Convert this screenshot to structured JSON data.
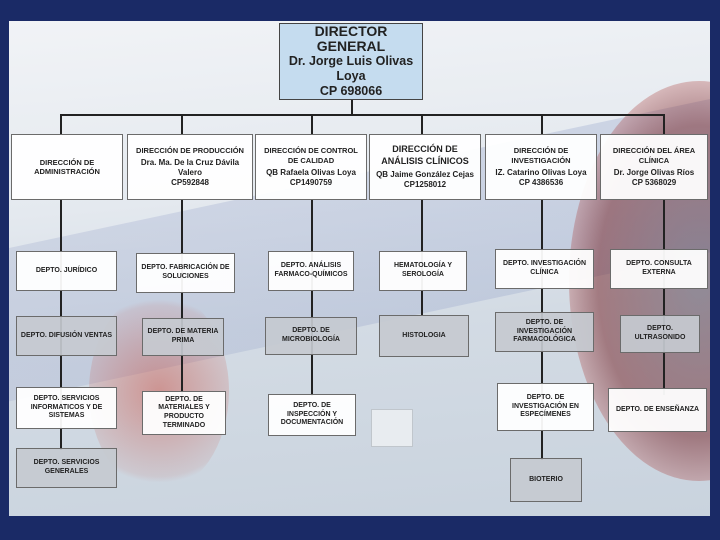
{
  "director": {
    "title": "DIRECTOR GENERAL",
    "name": "Dr. Jorge Luis Olivas Loya",
    "cp": "CP 698066"
  },
  "directions": [
    {
      "title": "DIRECCIÓN DE ADMINISTRACIÓN",
      "name": "",
      "cp": ""
    },
    {
      "title": "DIRECCIÓN DE PRODUCCIÓN",
      "name": "Dra. Ma. De la Cruz Dávila Valero",
      "cp": "CP592848"
    },
    {
      "title": "DIRECCIÓN DE CONTROL DE CALIDAD",
      "name": "QB Rafaela Olivas Loya",
      "cp": "CP1490759"
    },
    {
      "title": "DIRECCIÓN DE ANÁLISIS CLÍNICOS",
      "name": "QB Jaime González Cejas",
      "cp": "CP1258012"
    },
    {
      "title": "DIRECCIÓN DE INVESTIGACIÓN",
      "name": "IZ. Catarino Olivas Loya",
      "cp": "CP 4386536"
    },
    {
      "title": "DIRECCIÓN DEL ÁREA CLÍNICA",
      "name": "Dr. Jorge Olivas Ríos",
      "cp": "CP 5368029"
    }
  ],
  "departments": {
    "admin": [
      "DEPTO. JURÍDICO",
      "DEPTO. DIFUSIÓN VENTAS",
      "DEPTO. SERVICIOS INFORMATICOS Y DE SISTEMAS",
      "DEPTO. SERVICIOS GENERALES"
    ],
    "produccion": [
      "DEPTO. FABRICACIÓN DE SOLUCIONES",
      "DEPTO. DE MATERIA PRIMA",
      "DEPTO. DE MATERIALES Y PRODUCTO TERMINADO"
    ],
    "calidad": [
      "DEPTO. ANÁLISIS FARMACO-QUÍMICOS",
      "DEPTO. DE MICROBIOLOGÍA",
      "DEPTO. DE INSPECCIÓN Y DOCUMENTACIÓN"
    ],
    "analisis": [
      "HEMATOLOGÍA Y SEROLOGÍA",
      "HISTOLOGIA"
    ],
    "investigacion": [
      "DEPTO. INVESTIGACIÓN CLÍNICA",
      "DEPTO. DE INVESTIGACIÓN FARMACOLÓGICA",
      "DEPTO. DE INVESTIGACIÓN EN ESPECÍMENES",
      "BIOTERIO"
    ],
    "clinica": [
      "DEPTO. CONSULTA EXTERNA",
      "DEPTO. ULTRASONIDO",
      "DEPTO. DE ENSEÑANZA"
    ]
  }
}
